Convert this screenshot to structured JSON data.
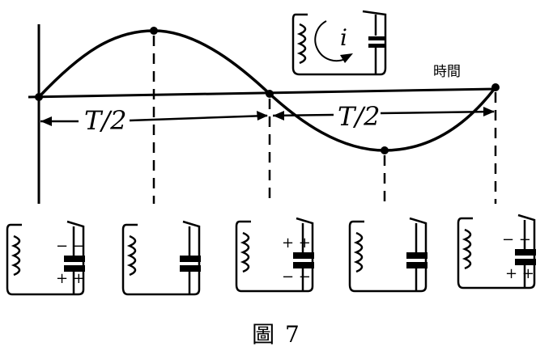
{
  "axis": {
    "time_label": "時間"
  },
  "half_period_left": {
    "label": "T/2"
  },
  "half_period_right": {
    "label": "T/2"
  },
  "inset": {
    "current_symbol": "i"
  },
  "caption": "圖 7",
  "states": [
    {
      "cap_top_sign": "−  −",
      "cap_bottom_sign": "+  +"
    },
    {
      "cap_top_sign": "",
      "cap_bottom_sign": ""
    },
    {
      "cap_top_sign": "+  +",
      "cap_bottom_sign": "−  −"
    },
    {
      "cap_top_sign": "",
      "cap_bottom_sign": ""
    },
    {
      "cap_top_sign": "−  −",
      "cap_bottom_sign": "+  +"
    }
  ]
}
